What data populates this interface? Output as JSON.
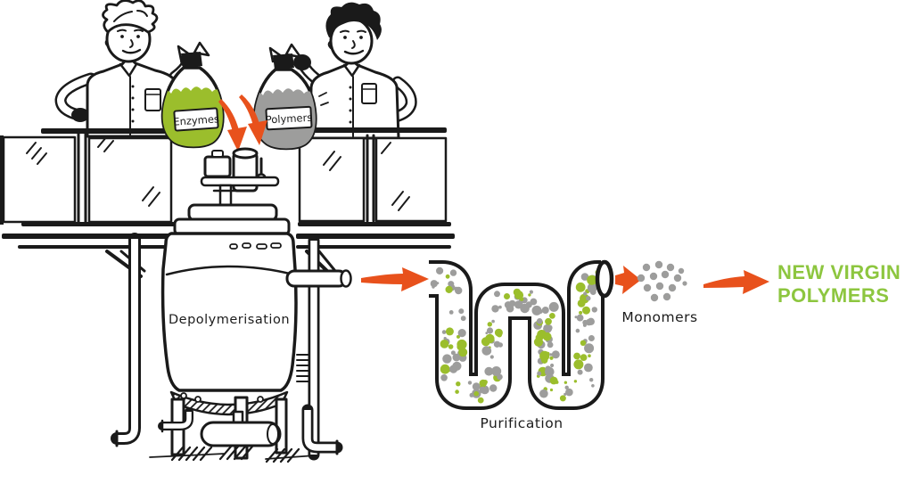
{
  "labels": {
    "enzymes_bag": "Enzymes",
    "polymers_bag": "Polymers",
    "reactor": "Depolymerisation",
    "purification": "Purification",
    "monomers": "Monomers",
    "result_line1": "NEW VIRGIN",
    "result_line2": "POLYMERS"
  },
  "colors": {
    "green": "#9bbe2c",
    "result_green": "#8dc63f",
    "gray": "#9d9d9c",
    "orange": "#e8511c",
    "outline": "#1a1a1a"
  }
}
